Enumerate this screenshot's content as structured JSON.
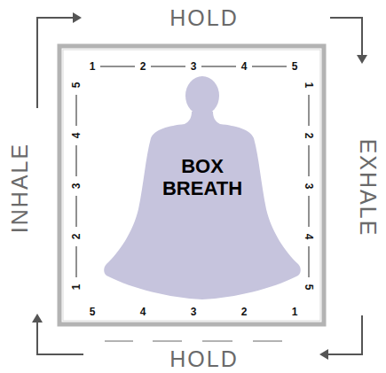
{
  "diagram": {
    "labels": [
      "HOLD",
      "1",
      "2",
      "3",
      "4",
      "5",
      "INHALE",
      "5",
      "4",
      "3",
      "2",
      "1",
      "BOX BREATH",
      "EXHALE",
      "1",
      "2",
      "3",
      "4",
      "5",
      "5",
      "4",
      "3",
      "2",
      "1",
      "HOLD"
    ]
  }
}
